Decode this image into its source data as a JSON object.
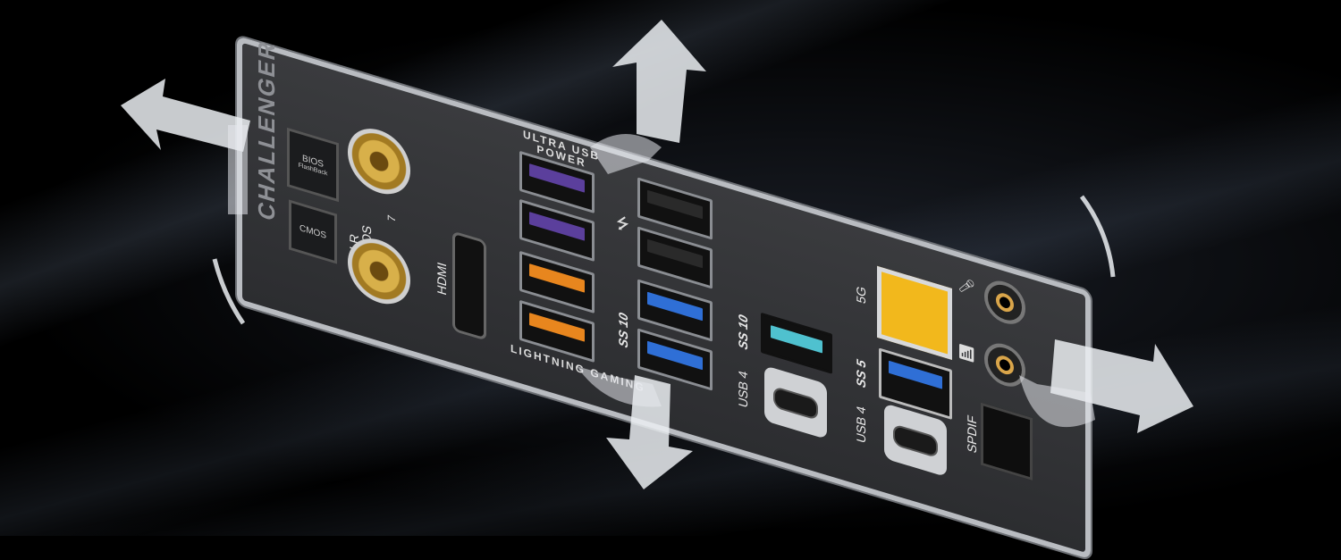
{
  "panel": {
    "brand_text": "CHALLENGER",
    "bios_button_label": "BIOS",
    "bios_button_sublabel": "FlashBack",
    "cmos_button_label": "CMOS",
    "clr_cmos_label": "CLR CMOS",
    "wifi_label": "7",
    "hdmi_label": "HDMI",
    "ultra_usb_power_label": "ULTRA USB POWER",
    "lightning_gaming_label": "LIGHTNING GAMING",
    "ss10_label_1": "SS 10",
    "ss10_label_2": "SS 10",
    "ss5_label": "SS 5",
    "usb4_label_1": "USB 4",
    "usb4_label_2": "USB 4",
    "lan_label": "5G",
    "spdif_label": "SPDIF"
  },
  "colors": {
    "purple_usb": "#5b3f9c",
    "orange_usb": "#e8861e",
    "blue_usb": "#2f6fd6",
    "cyan_usb": "#4fc1cf",
    "black_usb": "#2a2a2a",
    "lan_yellow": "#f2b81c",
    "audio_gold": "#d9a54a"
  }
}
